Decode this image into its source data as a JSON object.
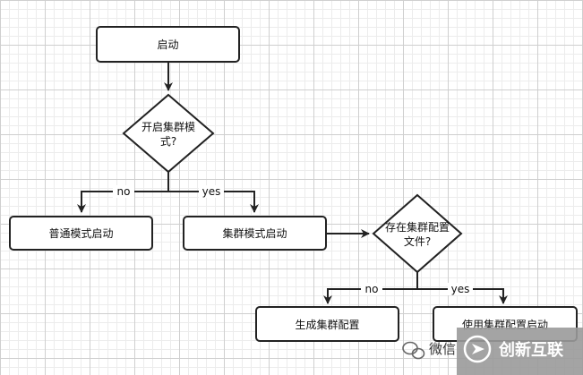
{
  "nodes": {
    "start": "启动",
    "cluster_question_line1": "开启集群模",
    "cluster_question_line2": "式?",
    "normal_mode": "普通模式启动",
    "cluster_mode": "集群模式启动",
    "config_question_line1": "存在集群配置",
    "config_question_line2": "文件?",
    "generate_config": "生成集群配置",
    "use_config": "使用集群配置启动"
  },
  "edges": {
    "no_1": "no",
    "yes_1": "yes",
    "no_2": "no",
    "yes_2": "yes"
  },
  "watermark": {
    "wechat_partial": "微信",
    "brand": "创新互联"
  },
  "colors": {
    "stroke": "#222222",
    "node_fill": "#ffffff",
    "grid_major": "#cfcfcf",
    "grid_minor": "#ececec",
    "watermark_bg": "#9a9a9a"
  }
}
